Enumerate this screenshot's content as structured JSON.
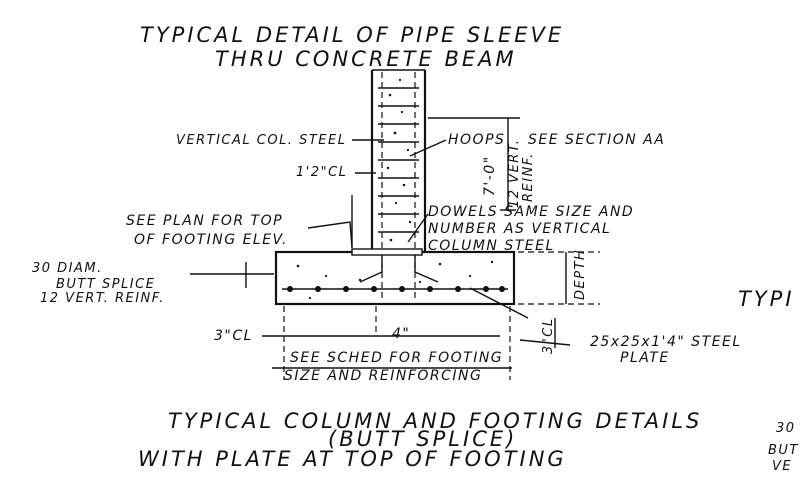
{
  "top_title": {
    "line1": "TYPICAL DETAIL OF PIPE SLEEVE",
    "line2": "THRU CONCRETE BEAM"
  },
  "labels": {
    "vertical_col_steel": "VERTICAL COL. STEEL",
    "hoops": "HOOPS",
    "see_section": "SEE SECTION AA",
    "clear_1_5": "1'2\"CL",
    "dim_7_0": "7'-0\"",
    "vert_reinf_1": "12 VERT.",
    "vert_reinf_2": "REINF.",
    "see_plan_1": "SEE PLAN FOR TOP",
    "see_plan_2": "OF FOOTING ELEV.",
    "dowels_1": "DOWELS SAME SIZE AND",
    "dowels_2": "NUMBER AS VERTICAL",
    "dowels_3": "COLUMN STEEL",
    "diam_1": "30 DIAM.",
    "diam_2": "BUTT SPLICE",
    "diam_3": "12 VERT. REINF.",
    "depth": "DEPTH",
    "clear_3_left": "3\"CL",
    "dim_4": "4\"",
    "clear_3_right": "3\"CL",
    "plate_1": "25x25x1'4\" STEEL",
    "plate_2": "PLATE",
    "sched_1": "SEE SCHED FOR FOOTING",
    "sched_2": "SIZE AND REINFORCING",
    "right_edge_title": "TYPI",
    "right_edge_small_1": "30",
    "right_edge_small_2": "BUT",
    "right_edge_small_3": "VE"
  },
  "bottom_title": {
    "line1": "TYPICAL COLUMN AND FOOTING DETAILS",
    "line2": "(BUTT SPLICE)",
    "line3": "WITH PLATE AT TOP OF FOOTING"
  }
}
